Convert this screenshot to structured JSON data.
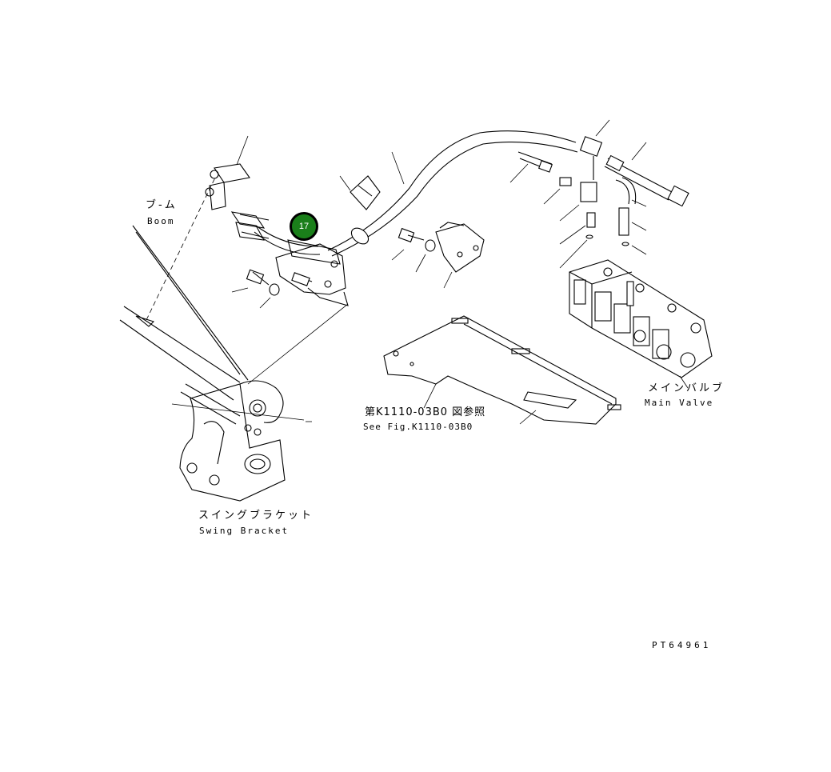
{
  "callouts": [
    {
      "number": "17"
    }
  ],
  "labels": {
    "boom_jp": "ブ-ム",
    "boom_en": "Boom",
    "swing_bracket_jp": "スイングブラケット",
    "swing_bracket_en": "Swing Bracket",
    "main_valve_jp": "メインバルブ",
    "main_valve_en": "Main Valve",
    "see_fig_jp": "第K1110-03B0 図参照",
    "see_fig_en": "See Fig.K1110-03B0",
    "drawing_number": "PT64961"
  }
}
